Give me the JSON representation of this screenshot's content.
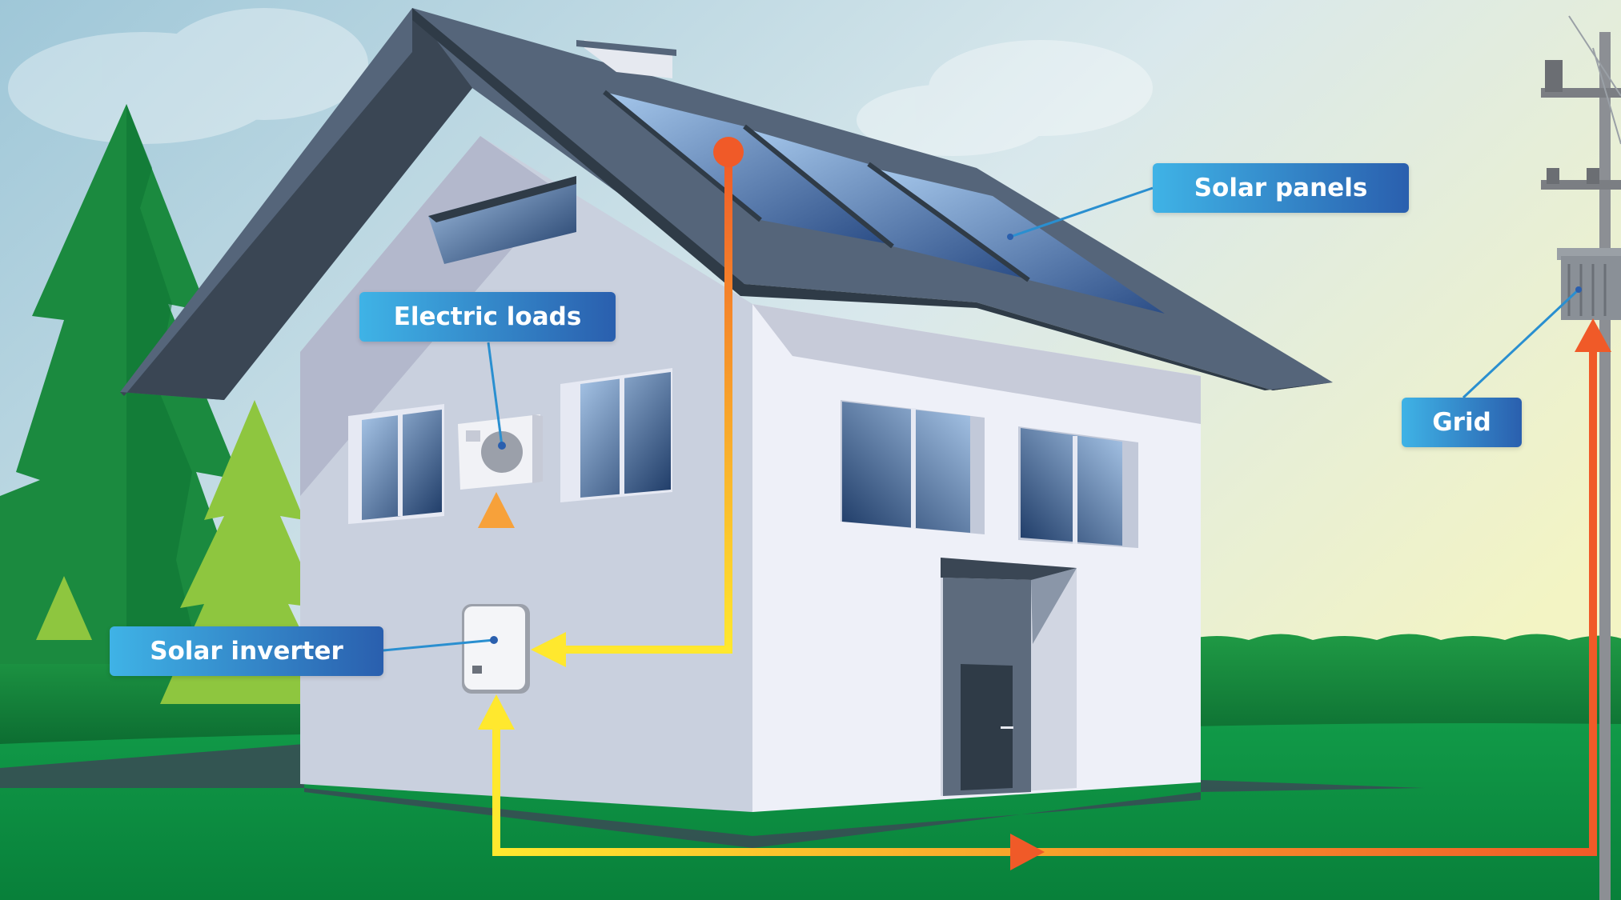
{
  "labels": {
    "solar_panels": "Solar panels",
    "electric_loads": "Electric loads",
    "solar_inverter": "Solar inverter",
    "grid": "Grid"
  },
  "colors": {
    "label_gradient_start": "#3fb3e6",
    "label_gradient_end": "#2a5fae",
    "flow_start": "#ffe82e",
    "flow_end": "#f05a28",
    "roof": "#55657a",
    "wall": "#e8eaf3",
    "grass": "#0c8a3e",
    "tree_dark": "#1b8a3f",
    "tree_light": "#8ec63f"
  }
}
